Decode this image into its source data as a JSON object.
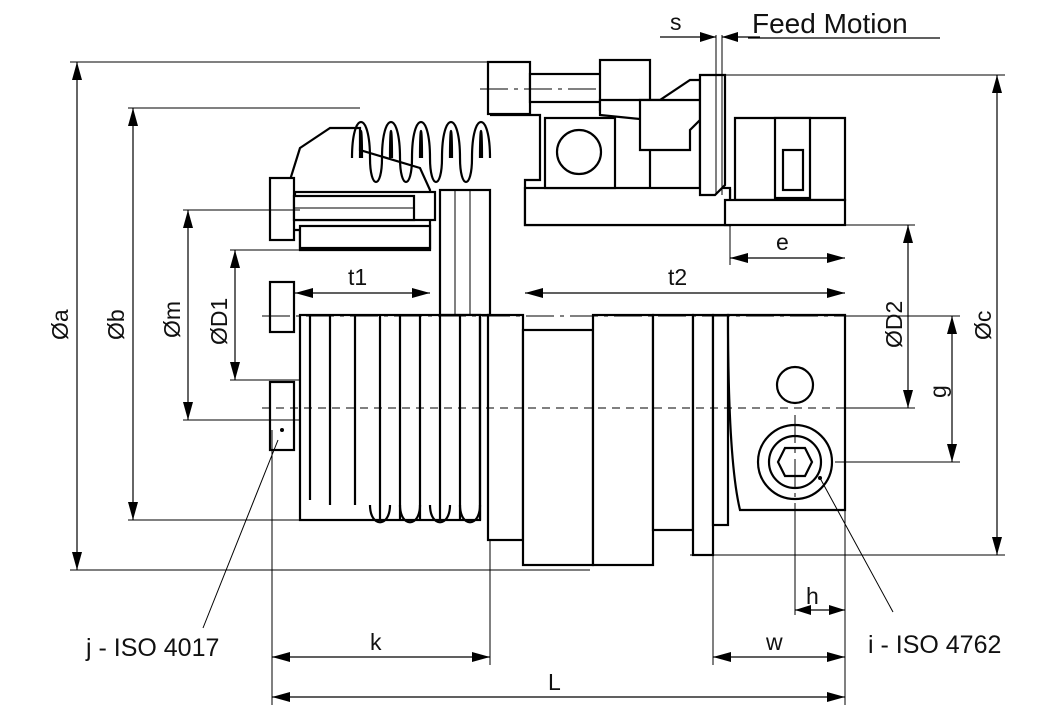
{
  "labels": {
    "feed_motion": "Feed Motion",
    "s": "s",
    "dia_a": "Øa",
    "dia_b": "Øb",
    "dia_m": "Øm",
    "dia_d1": "ØD1",
    "dia_d2": "ØD2",
    "dia_c": "Øc",
    "t1": "t1",
    "t2": "t2",
    "e": "e",
    "g": "g",
    "h": "h",
    "k": "k",
    "w": "w",
    "L": "L"
  },
  "notes": {
    "screw_j": "j - ISO 4017",
    "screw_i": "i - ISO 4762"
  }
}
